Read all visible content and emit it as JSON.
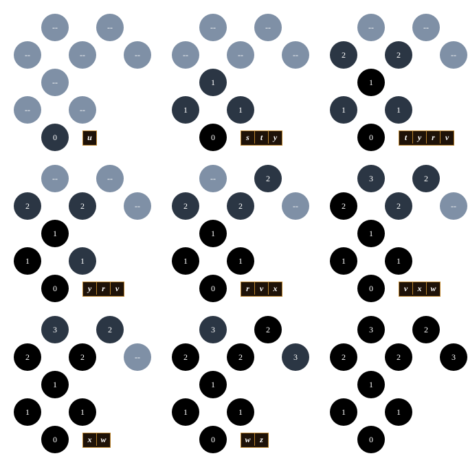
{
  "colors": {
    "unvisited": "#7f90a6",
    "frontier": "#2b3644",
    "visited": "#000000",
    "queue_fill": "#1e1208",
    "queue_border": "#b9822c"
  },
  "node_ids": [
    "a",
    "b",
    "c",
    "d",
    "e",
    "f",
    "g",
    "h",
    "i"
  ],
  "panels": [
    {
      "nodes": [
        {
          "label": "--",
          "state": "unvisited"
        },
        {
          "label": "--",
          "state": "unvisited"
        },
        {
          "label": "--",
          "state": "unvisited"
        },
        {
          "label": "--",
          "state": "unvisited"
        },
        {
          "label": "--",
          "state": "unvisited"
        },
        {
          "label": "--",
          "state": "unvisited"
        },
        {
          "label": "--",
          "state": "unvisited"
        },
        {
          "label": "--",
          "state": "unvisited"
        },
        {
          "label": "0",
          "state": "frontier"
        }
      ],
      "queue": [
        "u"
      ]
    },
    {
      "nodes": [
        {
          "label": "--",
          "state": "unvisited"
        },
        {
          "label": "--",
          "state": "unvisited"
        },
        {
          "label": "--",
          "state": "unvisited"
        },
        {
          "label": "--",
          "state": "unvisited"
        },
        {
          "label": "--",
          "state": "unvisited"
        },
        {
          "label": "1",
          "state": "frontier"
        },
        {
          "label": "1",
          "state": "frontier"
        },
        {
          "label": "1",
          "state": "frontier"
        },
        {
          "label": "0",
          "state": "visited"
        }
      ],
      "queue": [
        "s",
        "t",
        "y"
      ]
    },
    {
      "nodes": [
        {
          "label": "--",
          "state": "unvisited"
        },
        {
          "label": "--",
          "state": "unvisited"
        },
        {
          "label": "2",
          "state": "frontier"
        },
        {
          "label": "2",
          "state": "frontier"
        },
        {
          "label": "--",
          "state": "unvisited"
        },
        {
          "label": "1",
          "state": "visited"
        },
        {
          "label": "1",
          "state": "frontier"
        },
        {
          "label": "1",
          "state": "frontier"
        },
        {
          "label": "0",
          "state": "visited"
        }
      ],
      "queue": [
        "t",
        "y",
        "r",
        "v"
      ]
    },
    {
      "nodes": [
        {
          "label": "--",
          "state": "unvisited"
        },
        {
          "label": "--",
          "state": "unvisited"
        },
        {
          "label": "2",
          "state": "frontier"
        },
        {
          "label": "2",
          "state": "frontier"
        },
        {
          "label": "--",
          "state": "unvisited"
        },
        {
          "label": "1",
          "state": "visited"
        },
        {
          "label": "1",
          "state": "visited"
        },
        {
          "label": "1",
          "state": "frontier"
        },
        {
          "label": "0",
          "state": "visited"
        }
      ],
      "queue": [
        "y",
        "r",
        "v"
      ]
    },
    {
      "nodes": [
        {
          "label": "--",
          "state": "unvisited"
        },
        {
          "label": "2",
          "state": "frontier"
        },
        {
          "label": "2",
          "state": "frontier"
        },
        {
          "label": "2",
          "state": "frontier"
        },
        {
          "label": "--",
          "state": "unvisited"
        },
        {
          "label": "1",
          "state": "visited"
        },
        {
          "label": "1",
          "state": "visited"
        },
        {
          "label": "1",
          "state": "visited"
        },
        {
          "label": "0",
          "state": "visited"
        }
      ],
      "queue": [
        "r",
        "v",
        "x"
      ]
    },
    {
      "nodes": [
        {
          "label": "3",
          "state": "frontier"
        },
        {
          "label": "2",
          "state": "frontier"
        },
        {
          "label": "2",
          "state": "visited"
        },
        {
          "label": "2",
          "state": "frontier"
        },
        {
          "label": "--",
          "state": "unvisited"
        },
        {
          "label": "1",
          "state": "visited"
        },
        {
          "label": "1",
          "state": "visited"
        },
        {
          "label": "1",
          "state": "visited"
        },
        {
          "label": "0",
          "state": "visited"
        }
      ],
      "queue": [
        "v",
        "x",
        "w"
      ]
    },
    {
      "nodes": [
        {
          "label": "3",
          "state": "frontier"
        },
        {
          "label": "2",
          "state": "frontier"
        },
        {
          "label": "2",
          "state": "visited"
        },
        {
          "label": "2",
          "state": "visited"
        },
        {
          "label": "--",
          "state": "unvisited"
        },
        {
          "label": "1",
          "state": "visited"
        },
        {
          "label": "1",
          "state": "visited"
        },
        {
          "label": "1",
          "state": "visited"
        },
        {
          "label": "0",
          "state": "visited"
        }
      ],
      "queue": [
        "x",
        "w"
      ]
    },
    {
      "nodes": [
        {
          "label": "3",
          "state": "frontier"
        },
        {
          "label": "2",
          "state": "visited"
        },
        {
          "label": "2",
          "state": "visited"
        },
        {
          "label": "2",
          "state": "visited"
        },
        {
          "label": "3",
          "state": "frontier"
        },
        {
          "label": "1",
          "state": "visited"
        },
        {
          "label": "1",
          "state": "visited"
        },
        {
          "label": "1",
          "state": "visited"
        },
        {
          "label": "0",
          "state": "visited"
        }
      ],
      "queue": [
        "w",
        "z"
      ]
    },
    {
      "nodes": [
        {
          "label": "3",
          "state": "visited"
        },
        {
          "label": "2",
          "state": "visited"
        },
        {
          "label": "2",
          "state": "visited"
        },
        {
          "label": "2",
          "state": "visited"
        },
        {
          "label": "3",
          "state": "visited"
        },
        {
          "label": "1",
          "state": "visited"
        },
        {
          "label": "1",
          "state": "visited"
        },
        {
          "label": "1",
          "state": "visited"
        },
        {
          "label": "0",
          "state": "visited"
        }
      ],
      "queue": []
    }
  ]
}
